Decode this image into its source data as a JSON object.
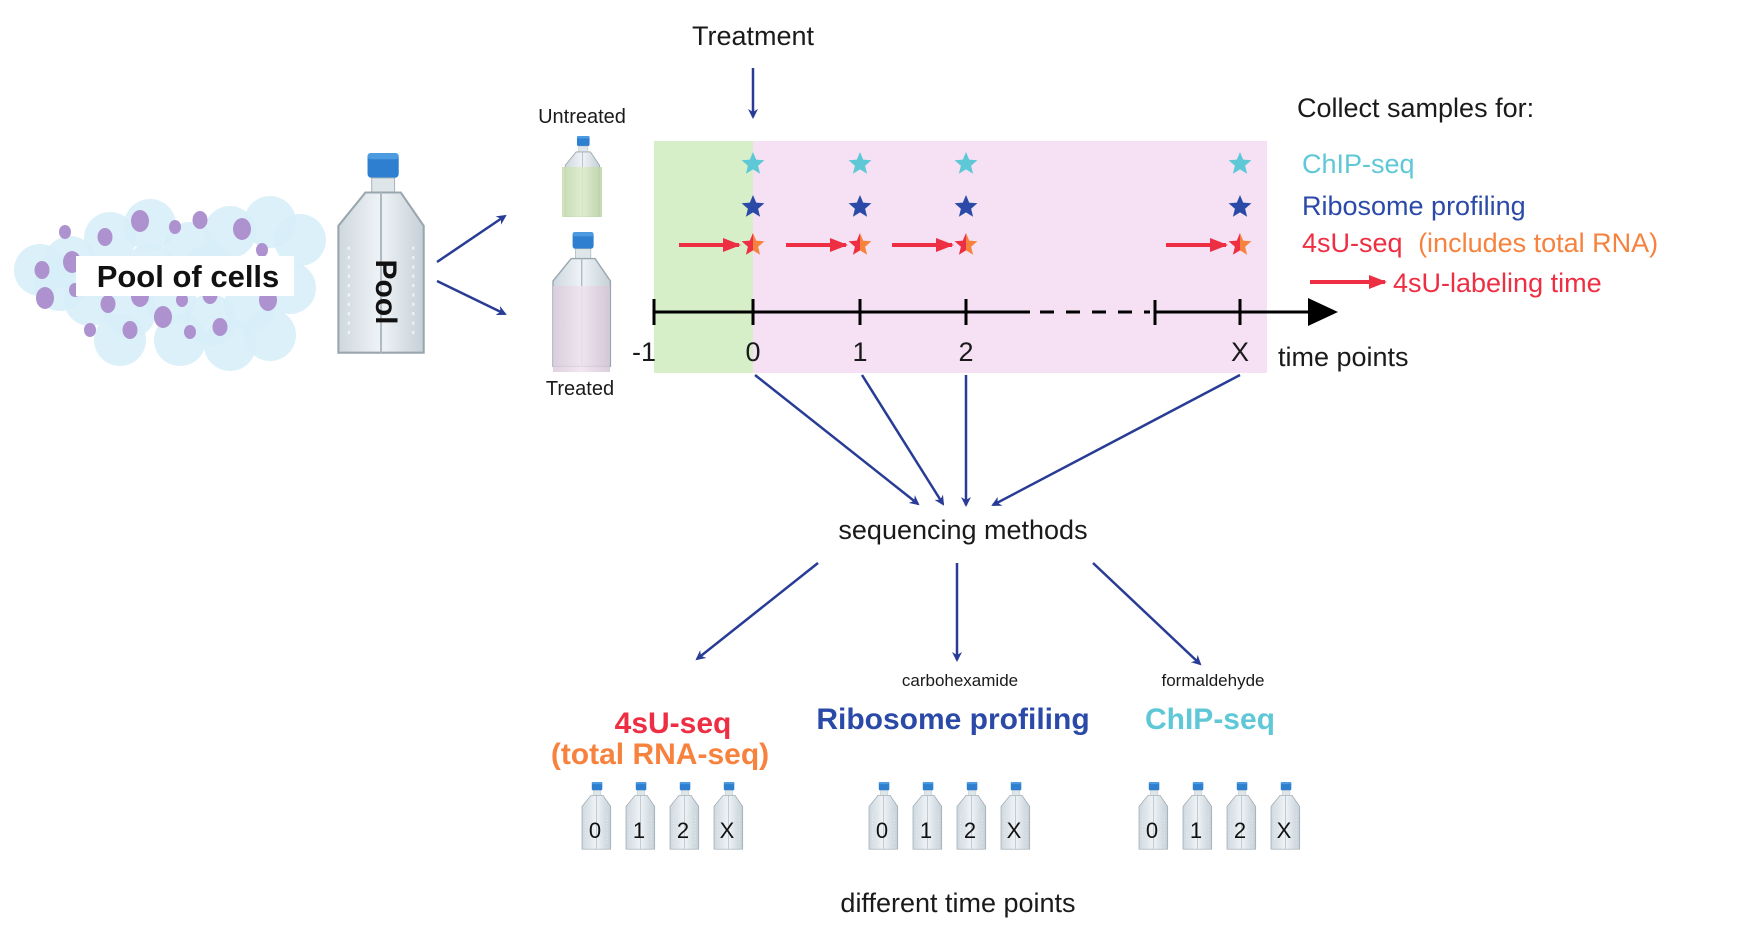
{
  "colors": {
    "arrow_blue": "#283c96",
    "chip": "#5ec8d6",
    "ribo": "#2b4aa8",
    "red": "#ee2e42",
    "orange": "#f6823e",
    "green_bg": "#d6efc9",
    "pink_bg": "#f5e1f3",
    "cell_outer": "#d7eef8",
    "cell_nucleus": "#ae92cf",
    "cap_blue": "#2f7fd0",
    "text": "#1a1a1a"
  },
  "pool": {
    "cells_label": "Pool of cells",
    "flask_label": "Pool"
  },
  "branches": {
    "untreated_label": "Untreated",
    "treated_label": "Treated"
  },
  "treatment": {
    "label": "Treatment"
  },
  "timeline": {
    "ticks": [
      "-1",
      "0",
      "1",
      "2",
      "X"
    ],
    "axis_label": "time points",
    "sample_columns": [
      "0",
      "1",
      "2",
      "X"
    ]
  },
  "legend": {
    "title": "Collect samples for:",
    "chip": "ChIP-seq",
    "ribo": "Ribosome profiling",
    "foursu": "4sU-seq",
    "foursu_note": "(includes total RNA)",
    "labeling": "4sU-labeling time"
  },
  "methods": {
    "center_label": "sequencing methods",
    "footer_label": "different time points",
    "groups": [
      {
        "title": "4sU-seq",
        "subtitle": "(total RNA-seq)",
        "reagent": "",
        "flasks": [
          "0",
          "1",
          "2",
          "X"
        ]
      },
      {
        "title": "Ribosome profiling",
        "subtitle": "",
        "reagent": "carbohexamide",
        "flasks": [
          "0",
          "1",
          "2",
          "X"
        ]
      },
      {
        "title": "ChIP-seq",
        "subtitle": "",
        "reagent": "formaldehyde",
        "flasks": [
          "0",
          "1",
          "2",
          "X"
        ]
      }
    ]
  }
}
